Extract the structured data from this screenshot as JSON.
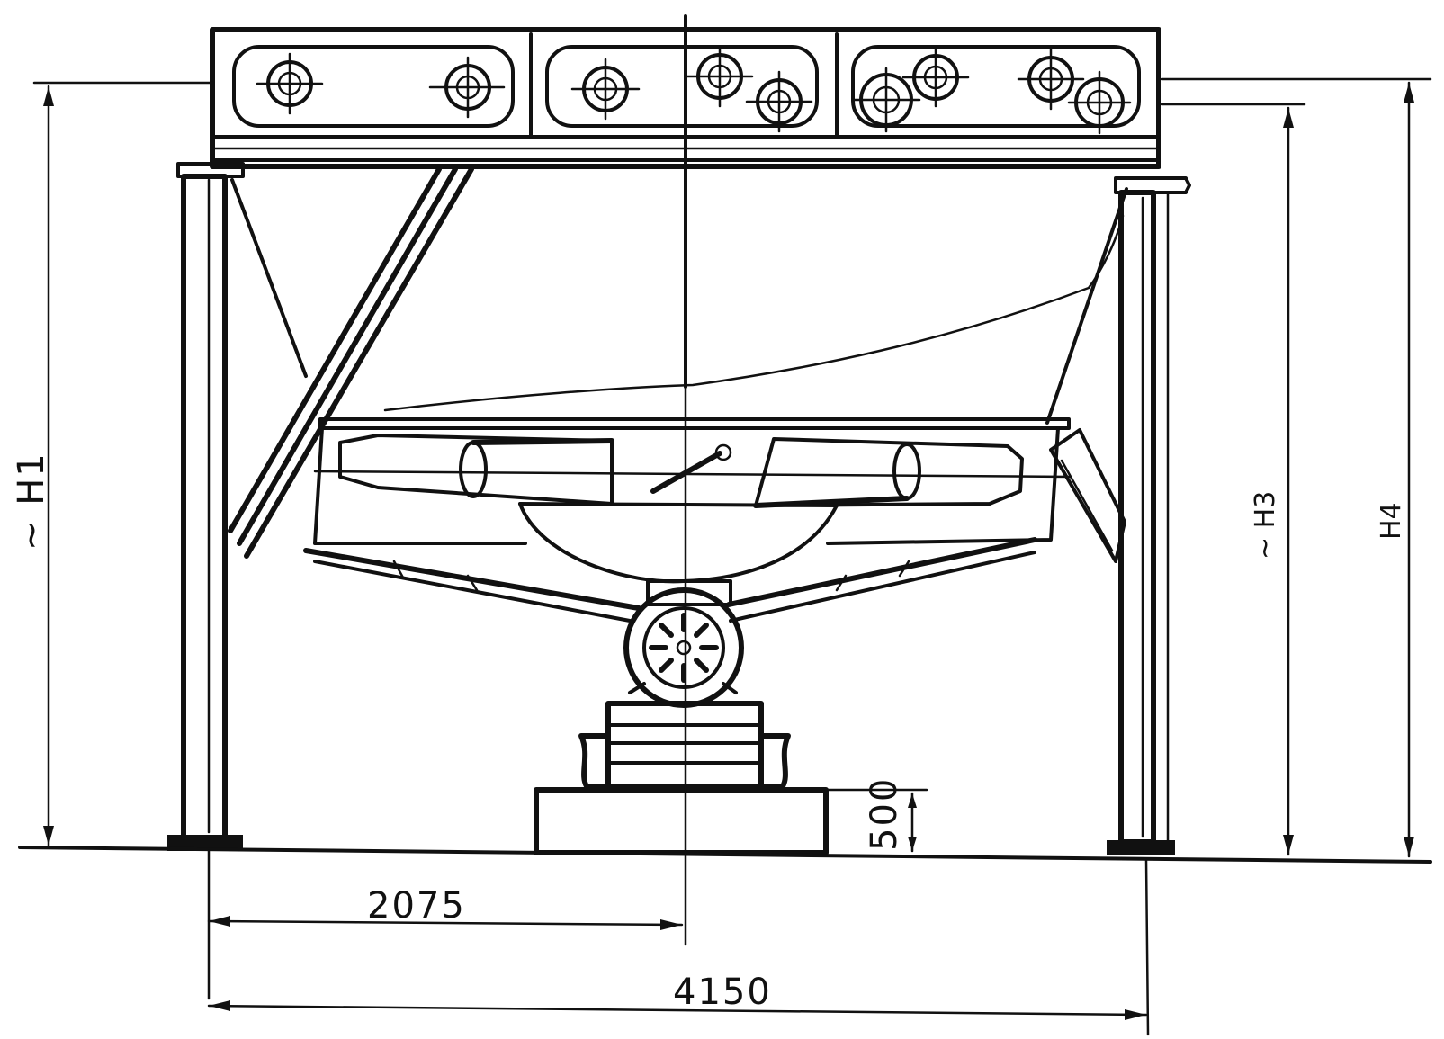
{
  "dimensions": {
    "half_width": "2075",
    "full_width": "4150",
    "foundation_height": "500",
    "height_left": "~ H1",
    "height_right_inner": "~ H3",
    "height_right_outer": "H4"
  },
  "colors": {
    "ink": "#111111",
    "paper": "#ffffff"
  }
}
